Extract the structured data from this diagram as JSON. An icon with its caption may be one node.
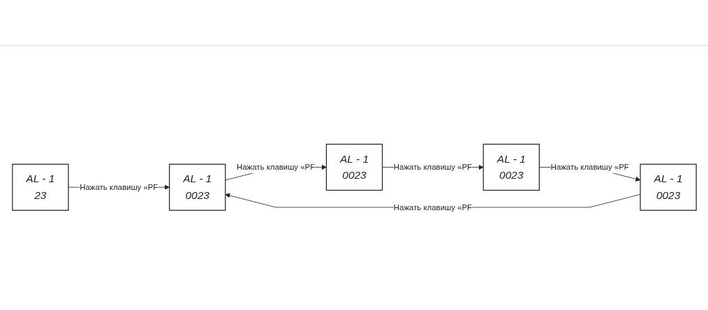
{
  "diagram": {
    "nodes": [
      {
        "text": [
          "AL - 1",
          "23"
        ]
      },
      {
        "text": [
          "AL - 1",
          "0023"
        ]
      },
      {
        "text": [
          "AL - 1",
          "0023"
        ]
      },
      {
        "text": [
          "AL - 1",
          "0023"
        ]
      },
      {
        "text": [
          "AL - 1",
          "0023"
        ]
      }
    ],
    "edges": [
      {
        "from": 0,
        "to": 1,
        "arrow": "to",
        "label": "Нажать клавишу «PF"
      },
      {
        "from": 1,
        "to": 2,
        "arrow": "to",
        "label": "Нажать клавишу «PF"
      },
      {
        "from": 2,
        "to": 3,
        "arrow": "to",
        "label": "Нажать клавишу «PF"
      },
      {
        "from": 3,
        "to": 4,
        "arrow": "to",
        "label": "Нажать клавишу «PF"
      },
      {
        "from": 4,
        "to": 1,
        "arrow": "to",
        "label": "Нажать клавишу «PF"
      }
    ]
  }
}
